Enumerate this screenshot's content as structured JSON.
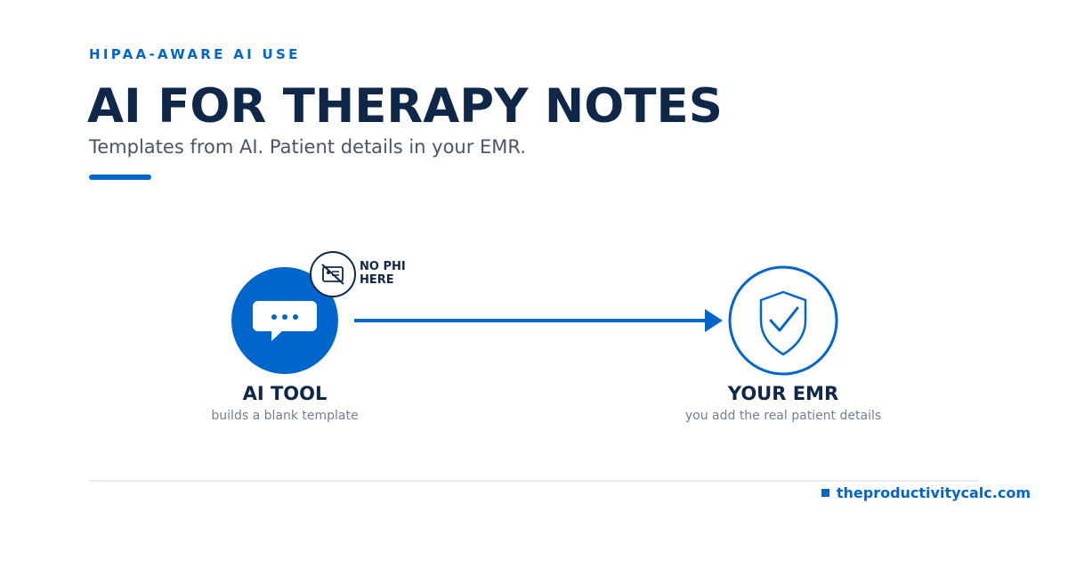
{
  "header": {
    "eyebrow": "HIPAA-AWARE AI USE",
    "title": "AI FOR THERAPY NOTES",
    "subtitle": "Templates from AI. Patient details in your EMR."
  },
  "badge": {
    "line1": "NO PHI",
    "line2": "HERE",
    "icon": "no-id-card-icon"
  },
  "nodes": [
    {
      "title": "AI TOOL",
      "description": "builds a blank template",
      "icon": "chat-bubble-icon"
    },
    {
      "title": "YOUR EMR",
      "description": "you add the real patient details",
      "icon": "shield-check-icon"
    }
  ],
  "footer": {
    "site": "theproductivitycalc.com"
  },
  "colors": {
    "accent": "#0066cc",
    "navy": "#0f2748",
    "muted": "#718096"
  }
}
